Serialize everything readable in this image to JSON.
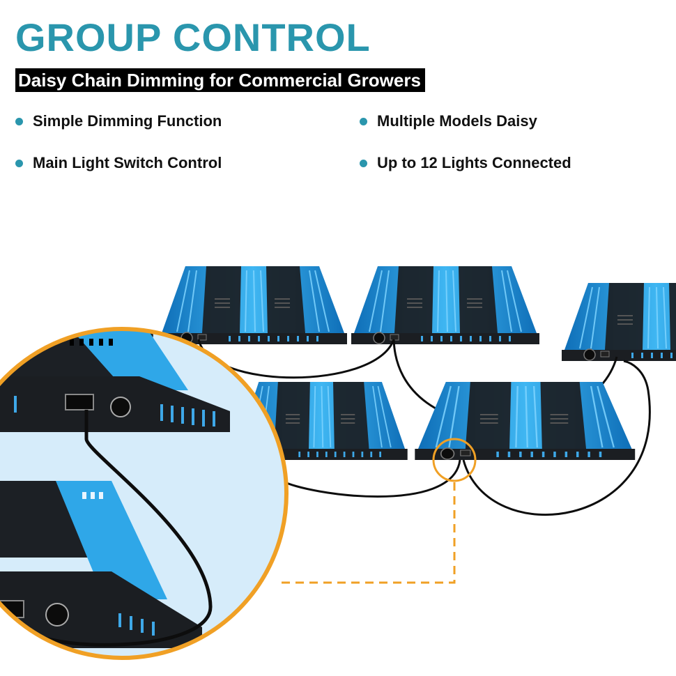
{
  "header": {
    "title": "GROUP CONTROL",
    "subtitle": "Daisy Chain Dimming for Commercial Growers"
  },
  "features": [
    "Simple Dimming Function",
    "Multiple Models Daisy",
    "Main Light Switch Control",
    "Up to 12 Lights Connected"
  ],
  "colors": {
    "title": "#2a96ad",
    "bullet": "#2a96ad",
    "fixture_blue": "#1e9be0",
    "fixture_dark": "#1b1e22",
    "callout_orange": "#f0a025",
    "inset_background": "#d6ecfa",
    "cable": "#0d0d0d"
  },
  "illustration": {
    "fixture_count": 5,
    "knob_icon": "dimmer-knob-icon",
    "port_icon": "rj11-port-icon"
  }
}
